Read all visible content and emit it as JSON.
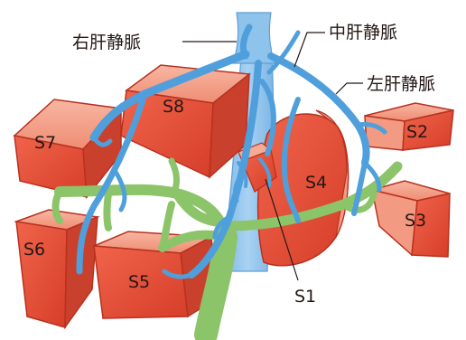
{
  "diagram": {
    "veins": {
      "right_hepatic_vein": "右肝静脈",
      "middle_hepatic_vein": "中肝静脈",
      "left_hepatic_vein": "左肝静脈"
    },
    "segments": {
      "s1": "S1",
      "s2": "S2",
      "s3": "S3",
      "s4": "S4",
      "s5": "S5",
      "s6": "S6",
      "s7": "S7",
      "s8": "S8"
    },
    "colors": {
      "liver_face": "#e8503a",
      "liver_side": "#f39a83",
      "liver_edge": "#b8311f",
      "hepatic_vein": "#4f9fdc",
      "vena_cava": "#8ec3ec",
      "portal_vein": "#8cc46a"
    }
  }
}
